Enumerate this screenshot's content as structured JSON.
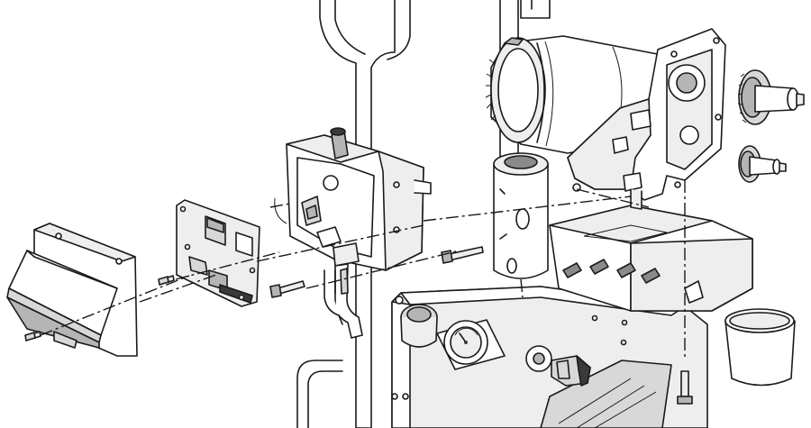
{
  "figure": {
    "type": "exploded-assembly-illustration",
    "style": "grayscale line art",
    "parts": [
      "control-cover",
      "control-board",
      "control-box",
      "motor",
      "gear-housing",
      "large-gear",
      "small-gear",
      "pump-rod",
      "frame-cart",
      "pressure-gauge",
      "prime-valve",
      "bucket"
    ]
  }
}
